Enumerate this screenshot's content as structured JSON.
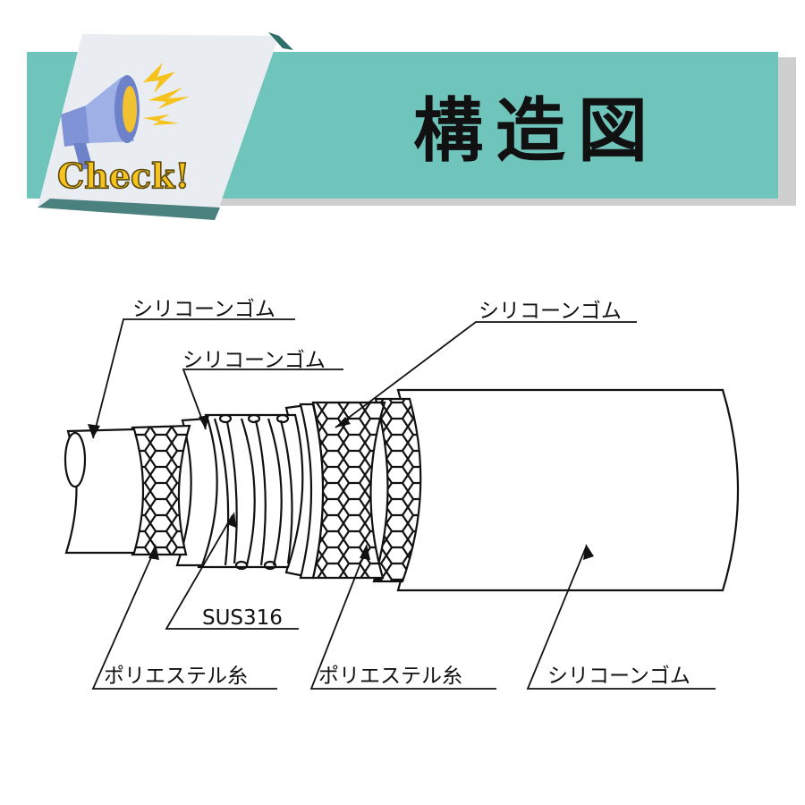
{
  "header": {
    "title": "構造図",
    "badge_text": "Check!",
    "badge_icon": "megaphone-icon",
    "banner_color": "#6fc4bb"
  },
  "labels": {
    "inner_rubber": "シリコーンゴム",
    "middle_rubber": "シリコーンゴム",
    "outer_layer_rubber": "シリコーンゴム",
    "cover_rubber": "シリコーンゴム",
    "wire": "SUS316",
    "inner_thread": "ポリエステル糸",
    "outer_thread": "ポリエステル糸"
  }
}
